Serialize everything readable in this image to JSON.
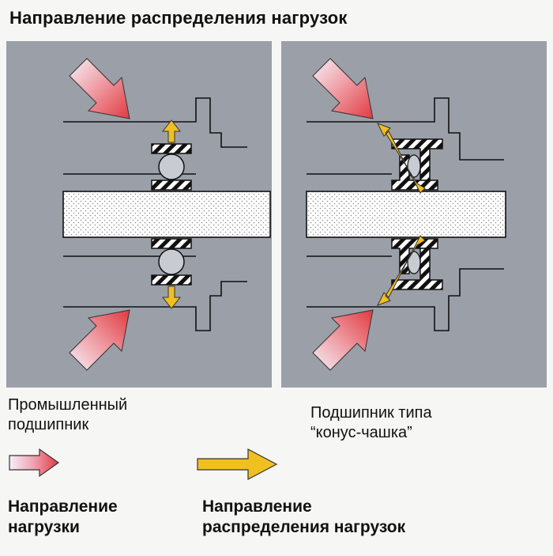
{
  "title": "Направление распределения нагрузок",
  "bearings": {
    "industrial": "Промышленный\nподшипник",
    "cone_cup": "Подшипник типа\n“конус-чашка”"
  },
  "legend": {
    "load_direction": "Направление\nнагрузки",
    "load_distribution_direction": "Направление\nраспределения нагрузок"
  },
  "colors": {
    "panel": "#9a9fa8",
    "load_arrow": "#e0444a",
    "distribution_arrow": "#f0c020"
  }
}
